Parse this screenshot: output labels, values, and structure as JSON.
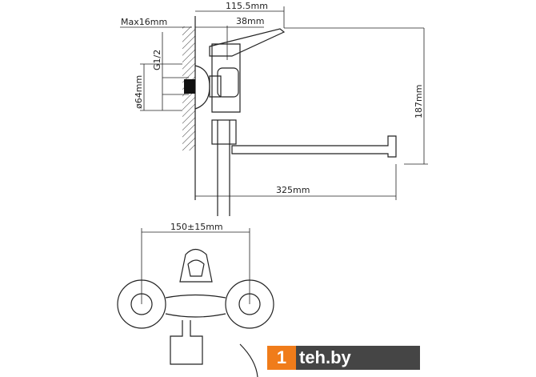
{
  "dimensions": {
    "max_wall": "Max16mm",
    "total_depth": "115.5mm",
    "lever_offset": "38mm",
    "thread": "G1/2",
    "flange_diameter": "ø64mm",
    "height": "187mm",
    "spout_length": "325mm",
    "center_distance": "150±15mm"
  },
  "logo": {
    "number": "1",
    "text": "teh.by"
  }
}
